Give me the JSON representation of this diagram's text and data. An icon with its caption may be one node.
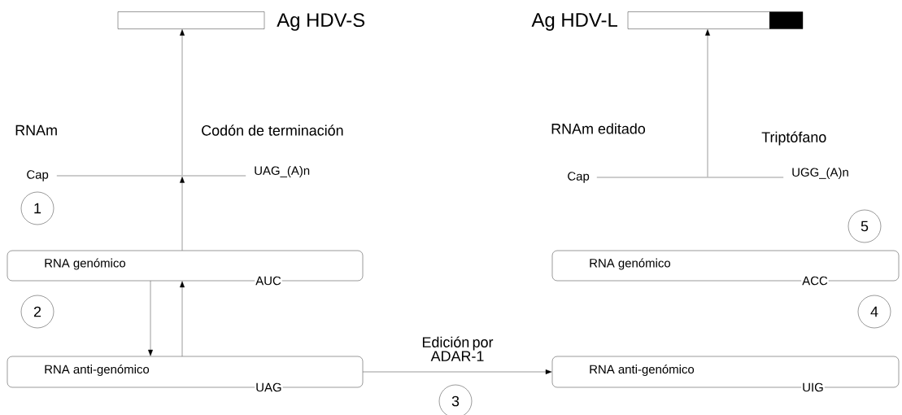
{
  "diagram": {
    "nodes": [
      {
        "text": [],
        "shape": "bar",
        "beside": [
          "Ag HDV-S"
        ]
      },
      {
        "text": [],
        "shape": "bar",
        "beside": [
          "Ag HDV-L"
        ]
      },
      {
        "text": [
          "Cap",
          "UAG_(A)n"
        ]
      },
      {
        "text": [
          "Cap",
          "UGG_(A)n"
        ]
      },
      {
        "text": [
          "RNA genómico",
          "AUC"
        ]
      },
      {
        "text": [
          "RNA anti-genómico",
          "UAG"
        ]
      },
      {
        "text": [
          "RNA genómico",
          "ACC"
        ]
      },
      {
        "text": [
          "RNA anti-genómico",
          "UIG"
        ]
      },
      {
        "text": [
          "1"
        ]
      },
      {
        "text": [
          "2"
        ]
      },
      {
        "text": [
          "3"
        ]
      },
      {
        "text": [
          "4"
        ]
      },
      {
        "text": [
          "5"
        ]
      }
    ],
    "edges": [
      {
        "from": 2,
        "to": 0,
        "arrow": "to"
      },
      {
        "from": 3,
        "to": 1,
        "arrow": "to"
      },
      {
        "from": 4,
        "to": 2,
        "arrow": "to"
      },
      {
        "from": 4,
        "to": 5,
        "arrow": "to"
      },
      {
        "from": 5,
        "to": 4,
        "arrow": "to"
      },
      {
        "from": 5,
        "to": 7,
        "arrow": "to",
        "label": "Edición por ADAR-1"
      }
    ],
    "labels": [
      "RNAm",
      "Codón de terminación",
      "RNAm editado",
      "Triptófano"
    ]
  }
}
